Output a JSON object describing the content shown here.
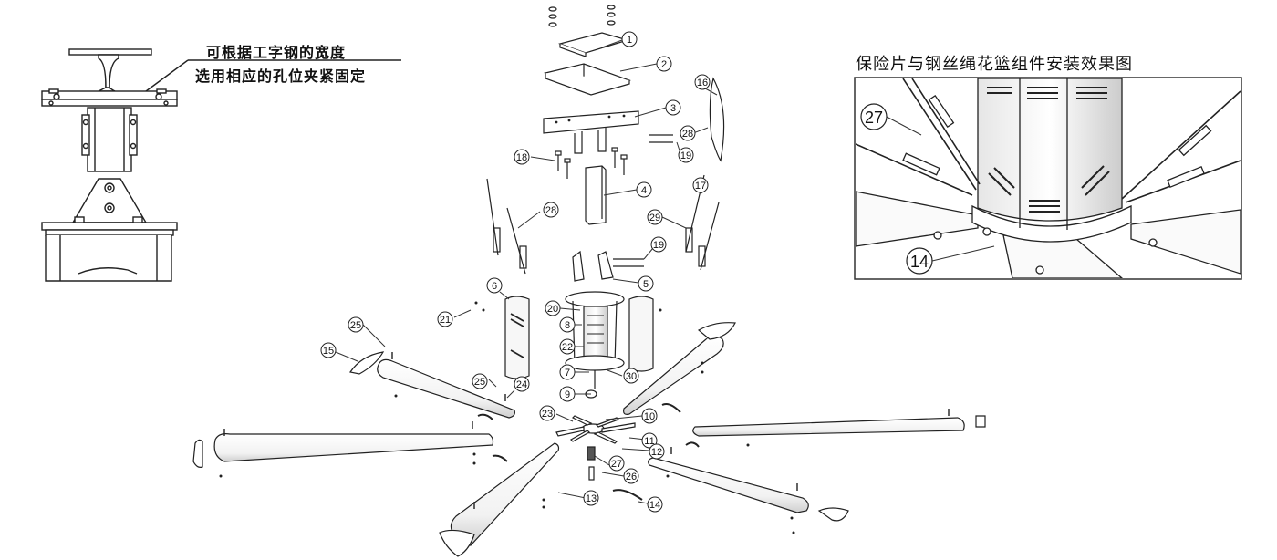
{
  "annotation": {
    "line1": "可根据工字钢的宽度",
    "line2": "选用相应的孔位夹紧固定"
  },
  "inset": {
    "title": "保险片与钢丝绳花篮组件安装效果图",
    "callouts": [
      "27",
      "14"
    ]
  },
  "callouts": [
    "1",
    "2",
    "3",
    "4",
    "5",
    "6",
    "7",
    "8",
    "9",
    "10",
    "11",
    "12",
    "13",
    "14",
    "15",
    "16",
    "17",
    "18",
    "19",
    "19",
    "20",
    "21",
    "22",
    "23",
    "24",
    "25",
    "25",
    "26",
    "27",
    "28",
    "28",
    "29",
    "30"
  ],
  "colors": {
    "line": "#222222",
    "fill": "#ffffff",
    "shade": "#dddddd"
  }
}
